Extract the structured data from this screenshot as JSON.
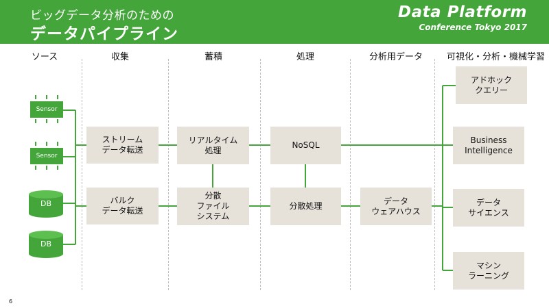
{
  "header": {
    "subtitle": "ビッグデータ分析のための",
    "title": "データパイプライン",
    "logo_main": "Data Platform",
    "logo_sub": "Conference Tokyo 2017"
  },
  "columns": [
    "ソース",
    "収集",
    "蓄積",
    "処理",
    "分析用データ",
    "可視化・分析・機械学習"
  ],
  "sources": {
    "sensor_1": "Sensor",
    "sensor_2": "Sensor",
    "db_1": "DB",
    "db_2": "DB"
  },
  "collect": {
    "stream": "ストリーム\nデータ転送",
    "bulk": "バルク\nデータ転送"
  },
  "store": {
    "realtime": "リアルタイム\n処理",
    "dfs": "分散\nファイル\nシステム"
  },
  "process": {
    "nosql": "NoSQL",
    "distributed": "分散処理"
  },
  "analytics_data": {
    "dwh": "データ\nウェアハウス"
  },
  "outputs": {
    "adhoc": "アドホック\nクエリー",
    "bi": "Business\nIntelligence",
    "ds": "データ\nサイエンス",
    "ml": "マシン\nラーニング"
  },
  "colors": {
    "brand_green": "#44a63a",
    "box_fill": "#e6e2da",
    "separator": "#bdbdbd"
  },
  "page_number": "6"
}
